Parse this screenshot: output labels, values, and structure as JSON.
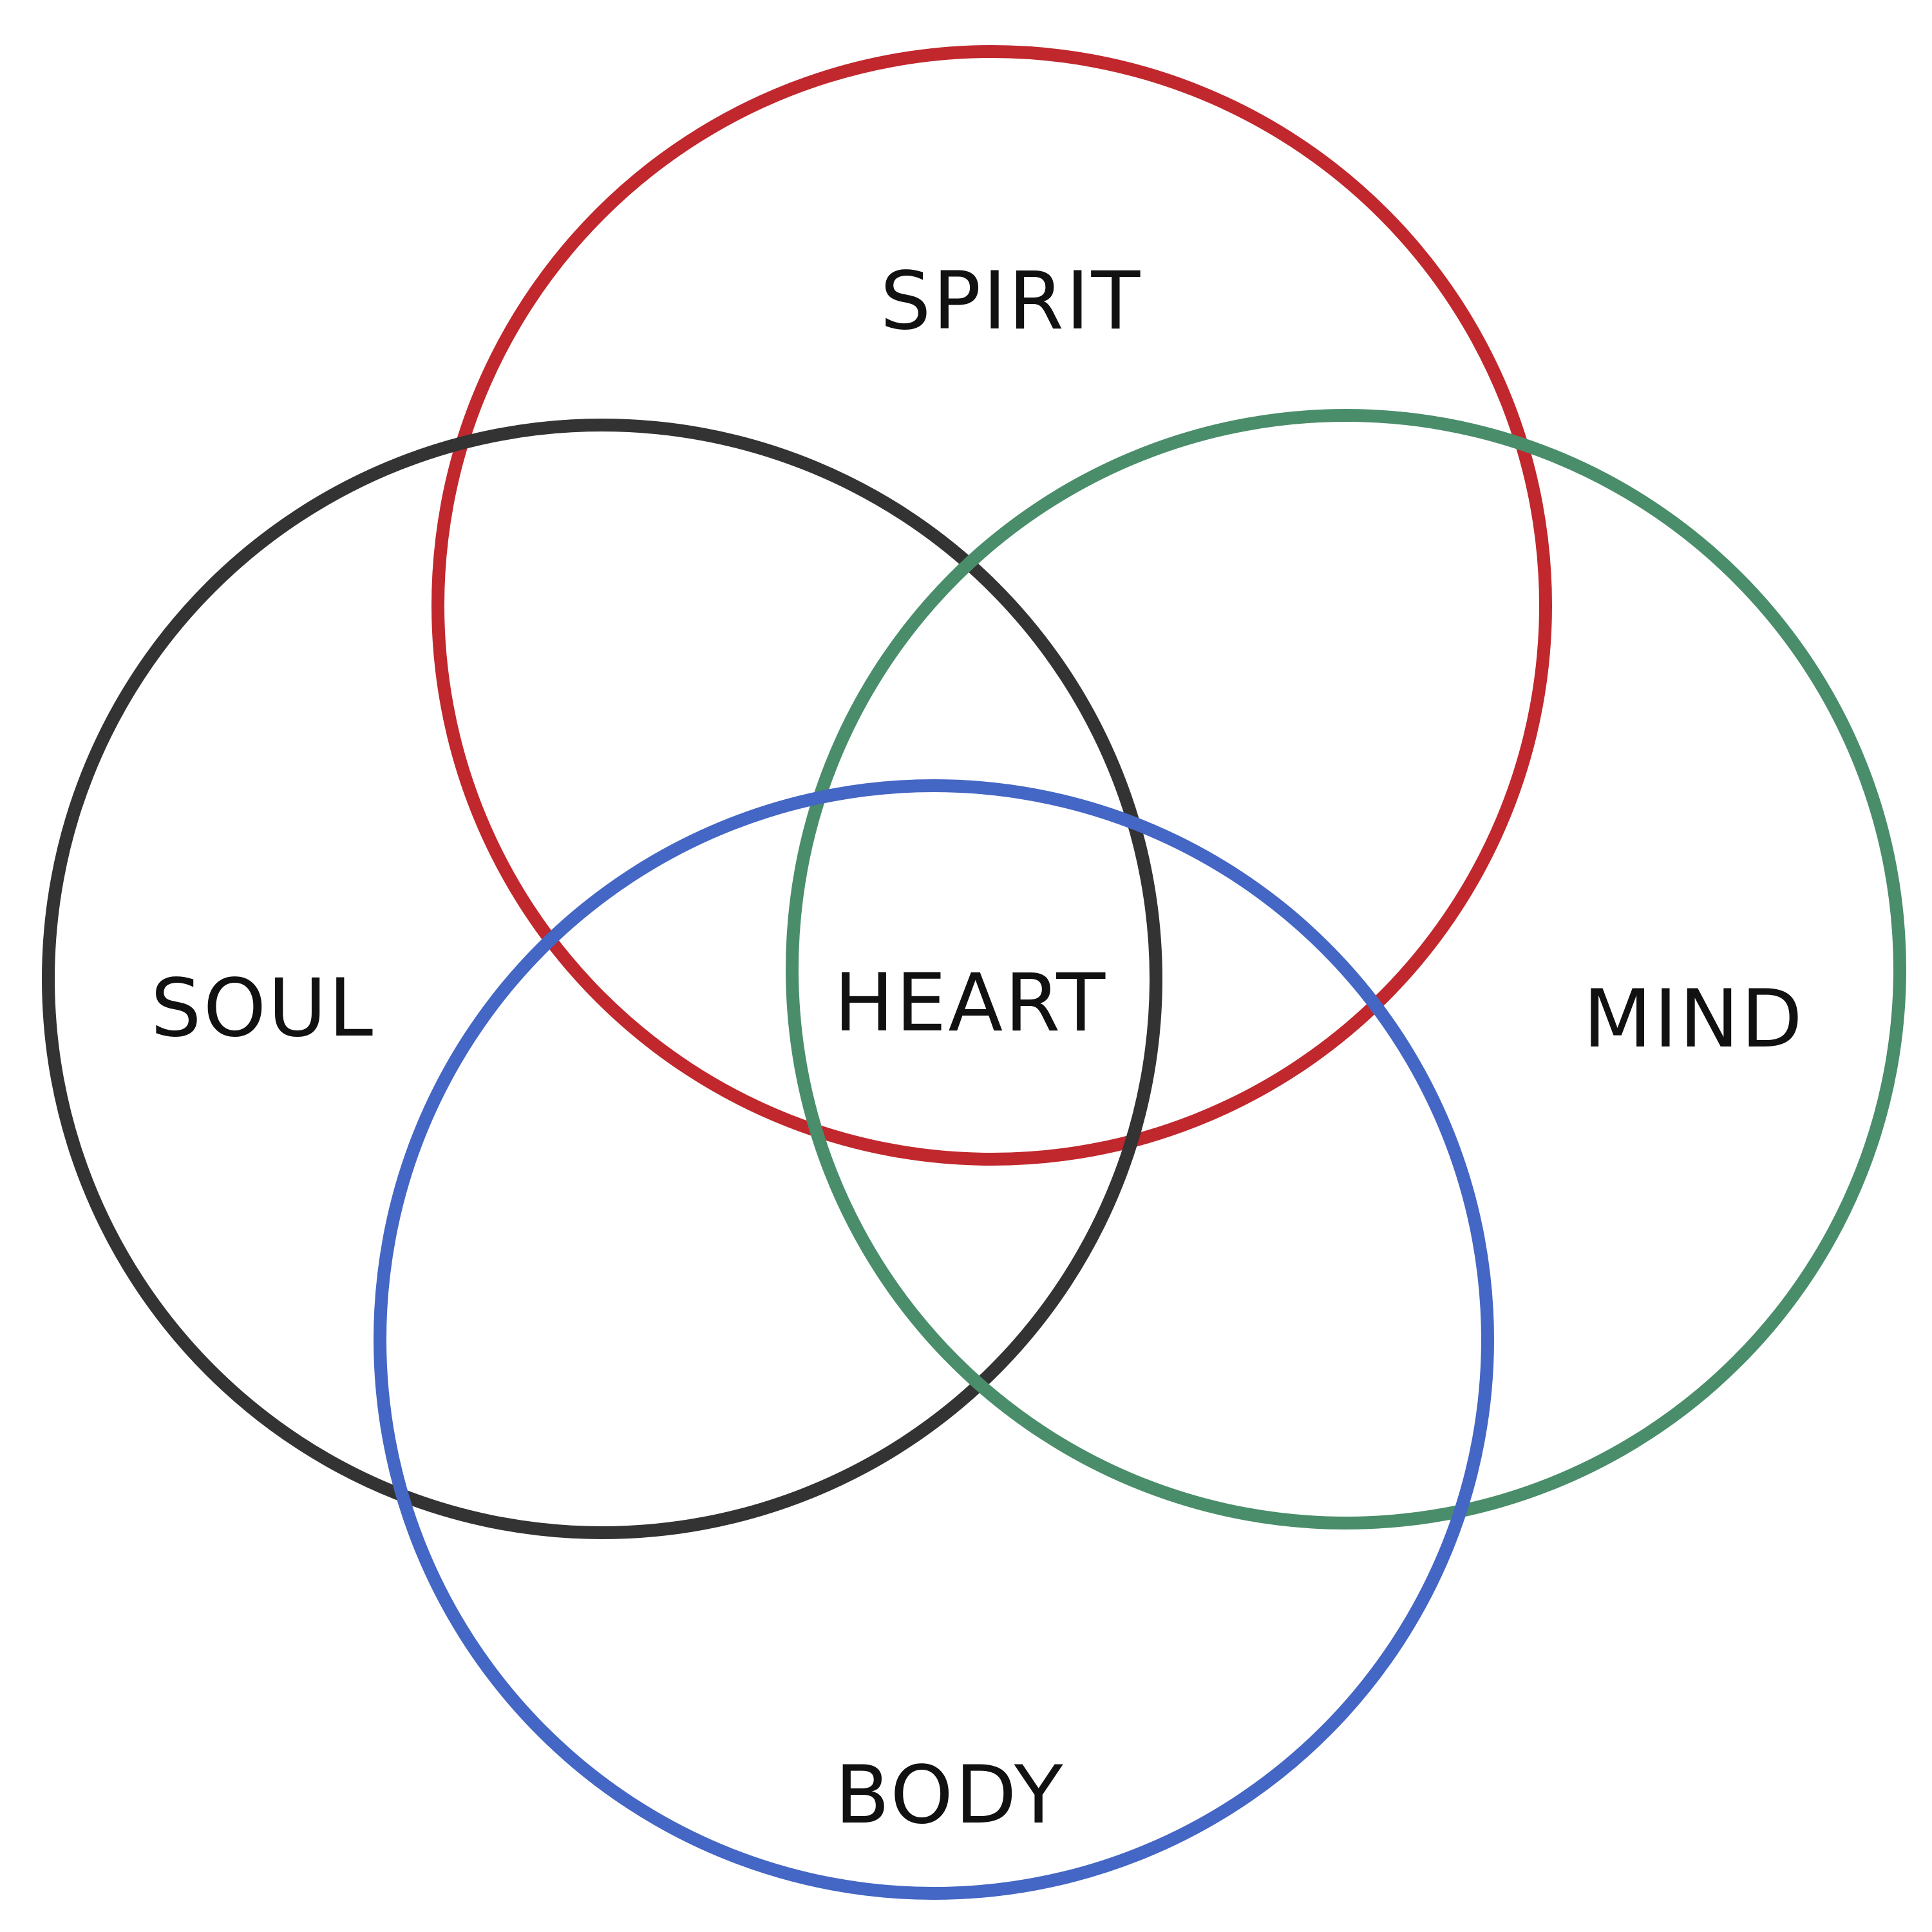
{
  "diagram": {
    "circles": [
      {
        "id": "spirit",
        "label": "SPIRIT",
        "color": "#c0282d"
      },
      {
        "id": "soul",
        "label": "SOUL",
        "color": "#333333"
      },
      {
        "id": "mind",
        "label": "MIND",
        "color": "#4a8d6a"
      },
      {
        "id": "body",
        "label": "BODY",
        "color": "#4466c4"
      }
    ],
    "center_label": "HEART"
  }
}
